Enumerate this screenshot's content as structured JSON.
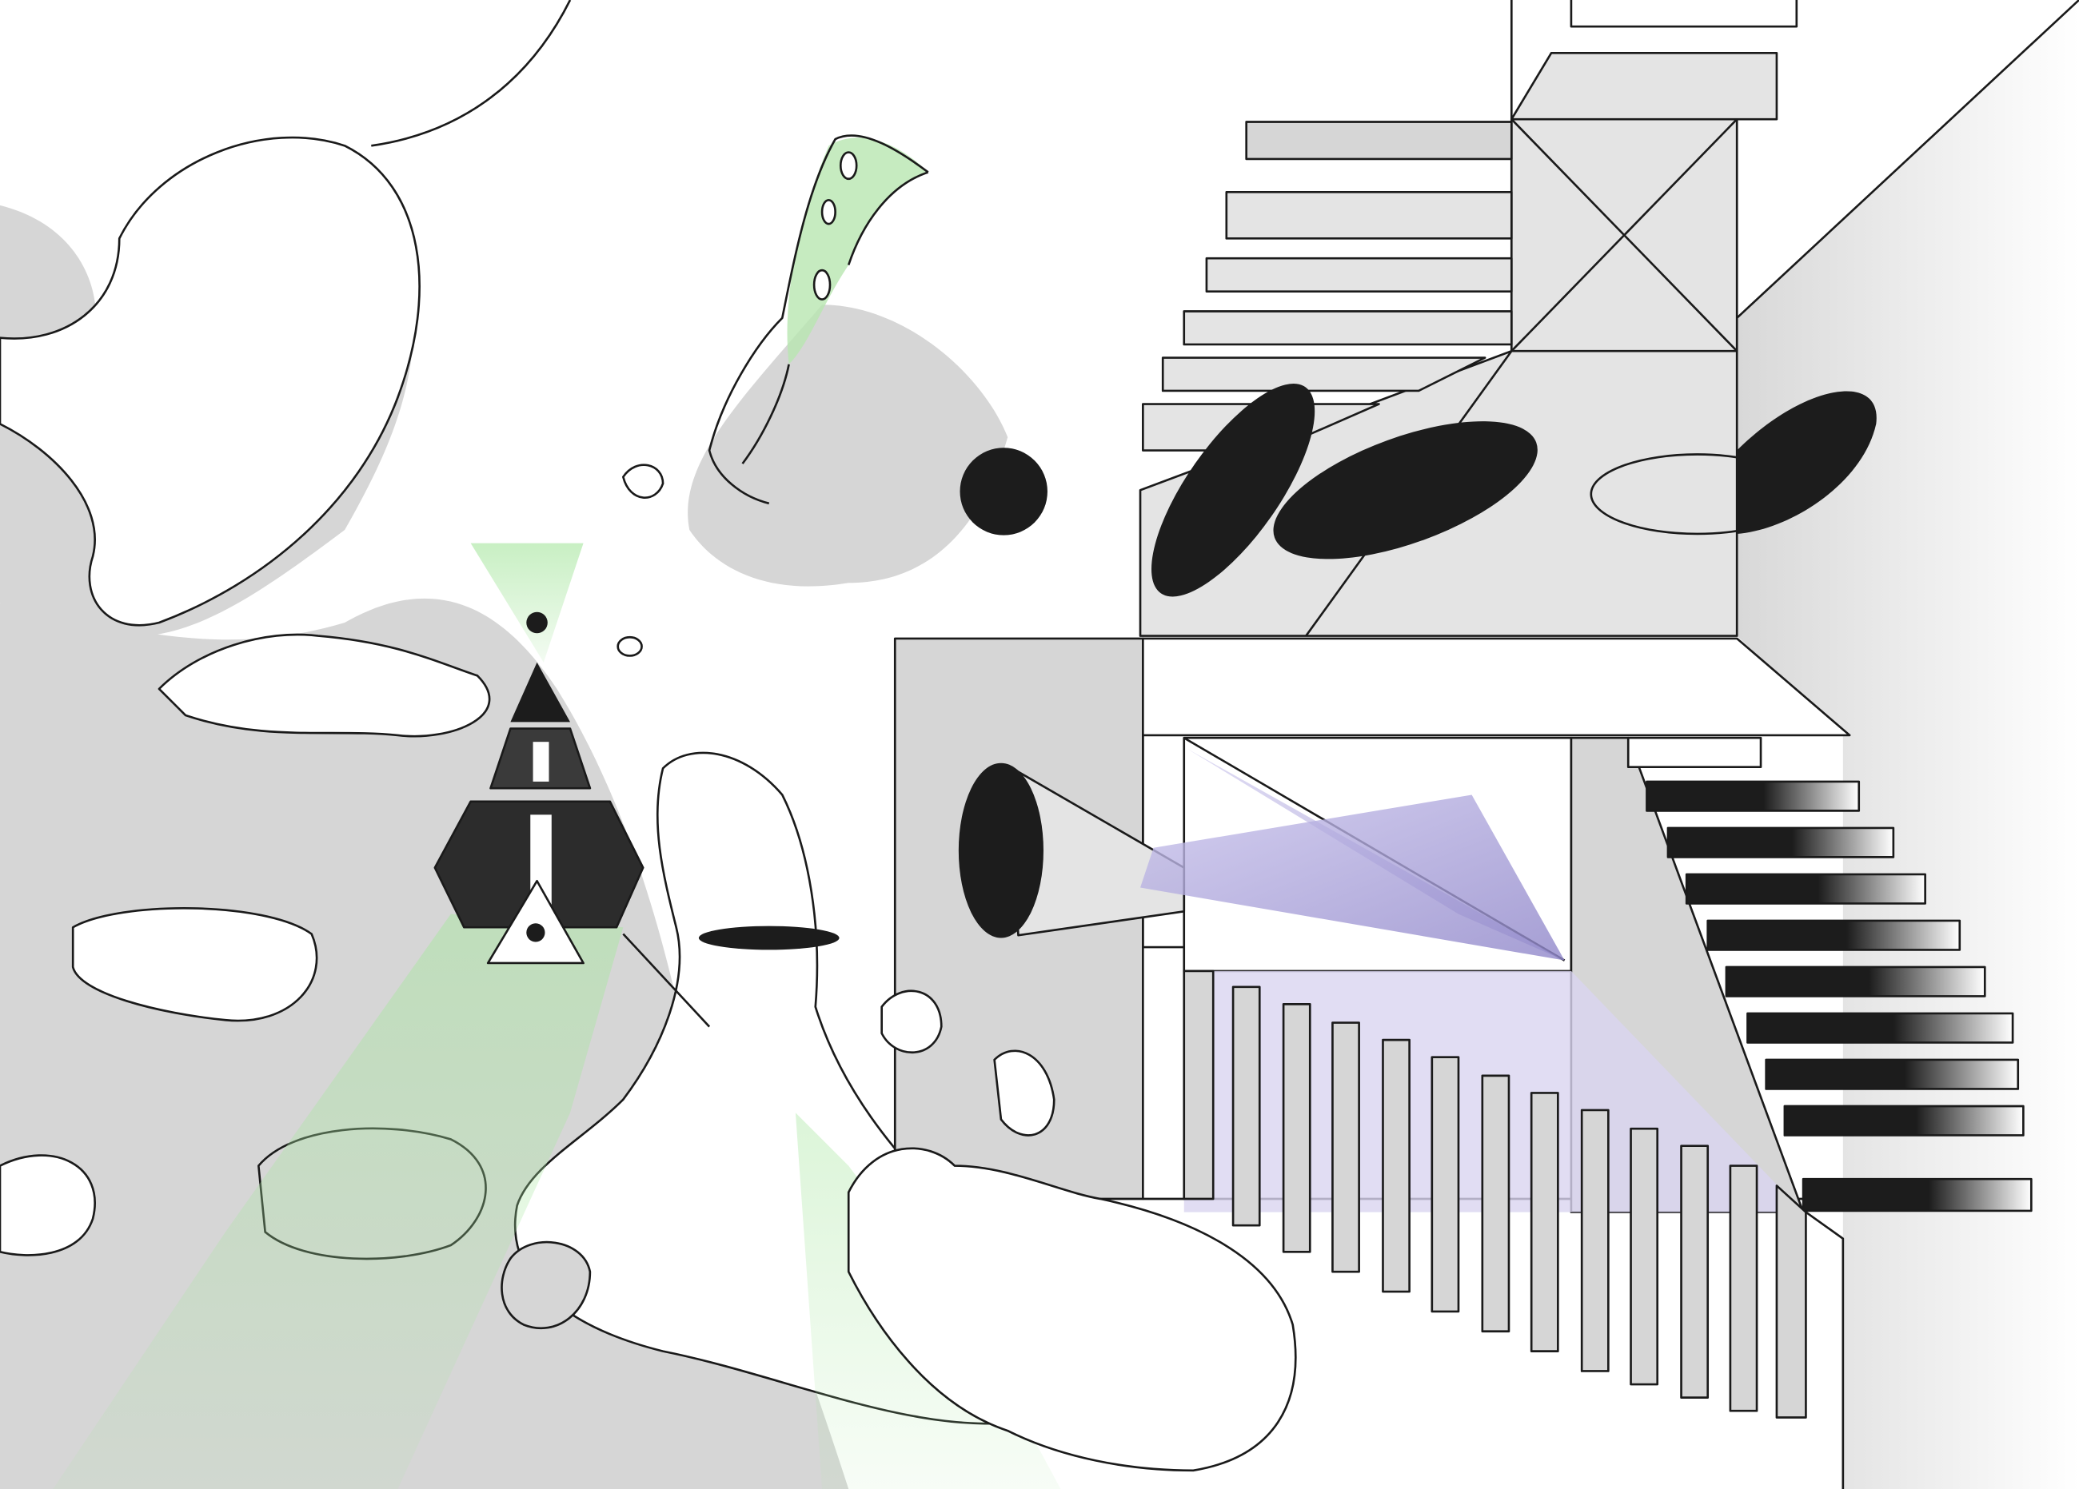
{
  "artwork": {
    "palette": {
      "ink": "#1c1c1c",
      "stipple_gray": "#d6d6d6",
      "light_gray": "#e4e4e4",
      "green_glow": "#a8e6a0",
      "lavender_light": "#c9c3ec",
      "paper": "#ffffff"
    },
    "motifs": [
      "stippled-clouds",
      "pyramid-tower",
      "eye-triangle",
      "bird-figure",
      "staircases",
      "black-ellipses",
      "light-cone",
      "black-circles"
    ]
  }
}
